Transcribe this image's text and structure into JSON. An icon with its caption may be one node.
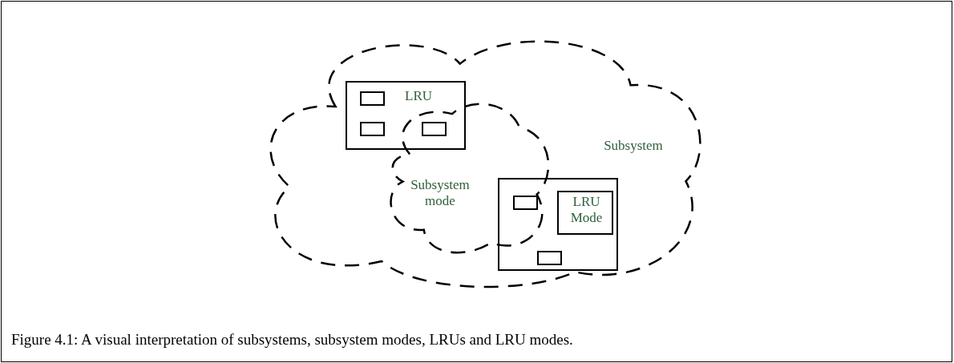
{
  "diagram": {
    "caption": "Figure 4.1: A visual interpretation of subsystems, subsystem modes, LRUs and LRU modes.",
    "nodes": [
      {
        "text": [
          "Subsystem"
        ]
      },
      {
        "text": [
          "LRU"
        ],
        "in": 0
      },
      {
        "text": [],
        "shape": "box",
        "in": 1
      },
      {
        "text": [],
        "shape": "box",
        "in": 1
      },
      {
        "text": [],
        "shape": "box"
      },
      {
        "text": [
          "Subsystem mode"
        ],
        "in": 0
      },
      {
        "text": [],
        "shape": "box",
        "in": 0
      },
      {
        "text": [],
        "shape": "box"
      },
      {
        "text": [],
        "shape": "box",
        "in": 6
      },
      {
        "text": [
          "LRU Mode"
        ],
        "in": 6
      }
    ],
    "edges": []
  }
}
